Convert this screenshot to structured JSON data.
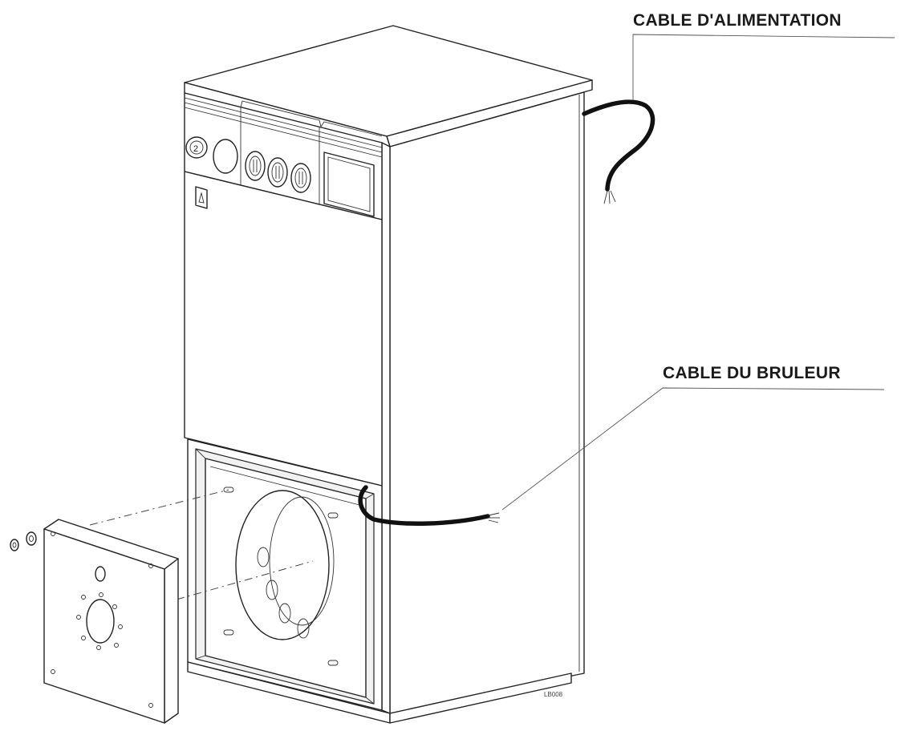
{
  "labels": {
    "power_cable": "CABLE D'ALIMENTATION",
    "burner_cable": "CABLE DU BRULEUR",
    "drawing_ref": "LB008"
  }
}
